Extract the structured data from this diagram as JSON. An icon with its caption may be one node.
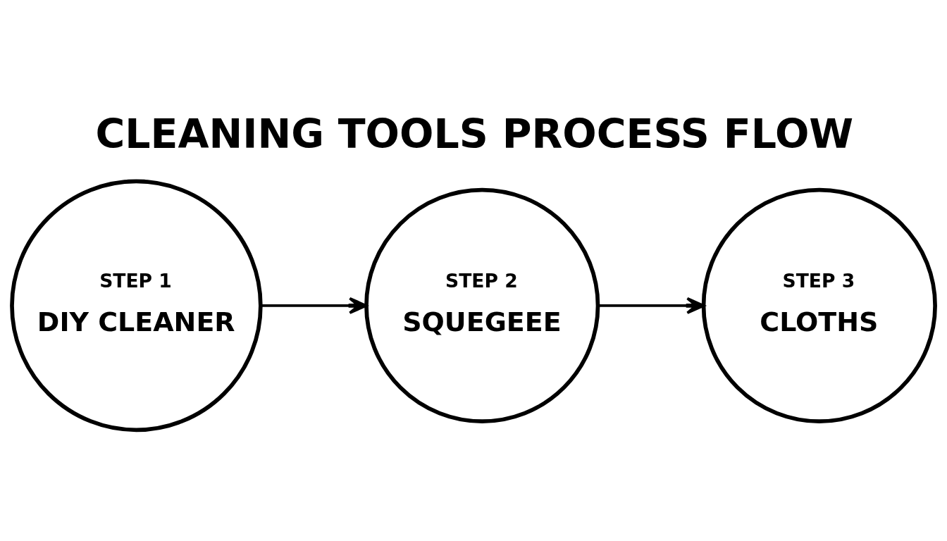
{
  "diagram": {
    "title": "CLEANING TOOLS PROCESS FLOW",
    "nodes": [
      {
        "text": [
          "STEP 1",
          "DIY CLEANER"
        ]
      },
      {
        "text": [
          "STEP 2",
          "SQUEGEEE"
        ]
      },
      {
        "text": [
          "STEP 3",
          "CLOTHS"
        ]
      }
    ],
    "edges": [
      {
        "from": 0,
        "to": 1,
        "arrow": "to"
      },
      {
        "from": 1,
        "to": 2,
        "arrow": "to"
      }
    ]
  }
}
